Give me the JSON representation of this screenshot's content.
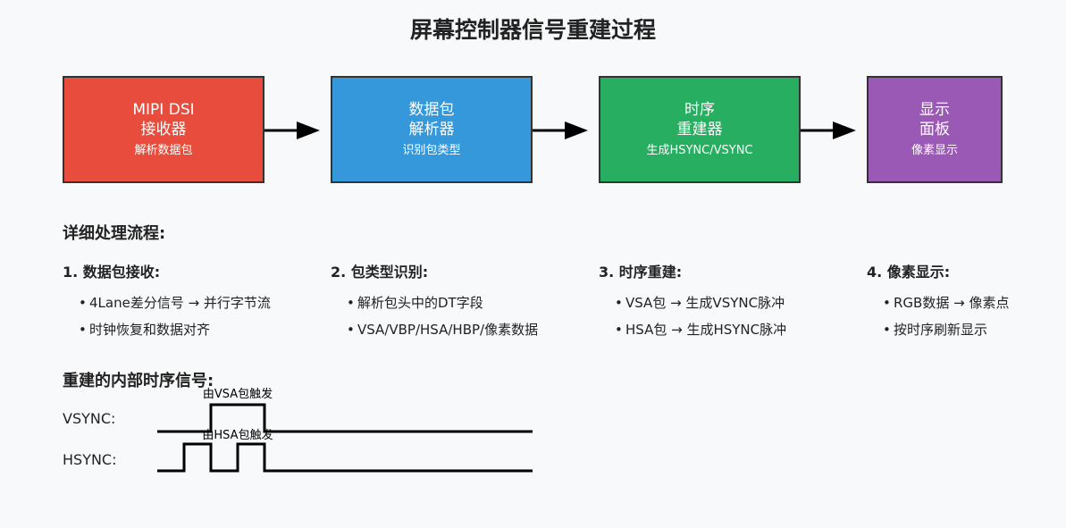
{
  "title": "屏幕控制器信号重建过程",
  "pipeline": [
    {
      "line1": "MIPI DSI",
      "line2": "接收器",
      "sub": "解析数据包",
      "color": "#e74c3c"
    },
    {
      "line1": "数据包",
      "line2": "解析器",
      "sub": "识别包类型",
      "color": "#3498db"
    },
    {
      "line1": "时序",
      "line2": "重建器",
      "sub": "生成HSYNC/VSYNC",
      "color": "#27ae60"
    },
    {
      "line1": "显示",
      "line2": "面板",
      "sub": "像素显示",
      "color": "#9b59b6"
    }
  ],
  "details": {
    "title": "详细处理流程:",
    "steps": [
      {
        "head": "1. 数据包接收:",
        "items": [
          "4Lane差分信号 → 并行字节流",
          "时钟恢复和数据对齐"
        ]
      },
      {
        "head": "2. 包类型识别:",
        "items": [
          "解析包头中的DT字段",
          "VSA/VBP/HSA/HBP/像素数据"
        ]
      },
      {
        "head": "3. 时序重建:",
        "items": [
          "VSA包 → 生成VSYNC脉冲",
          "HSA包 → 生成HSYNC脉冲"
        ]
      },
      {
        "head": "4. 像素显示:",
        "items": [
          "RGB数据 → 像素点",
          "按时序刷新显示"
        ]
      }
    ]
  },
  "timing": {
    "title": "重建的内部时序信号:",
    "vsync_label": "VSYNC:",
    "hsync_label": "HSYNC:",
    "vsync_note": "由VSA包触发",
    "hsync_note": "由HSA包触发"
  }
}
